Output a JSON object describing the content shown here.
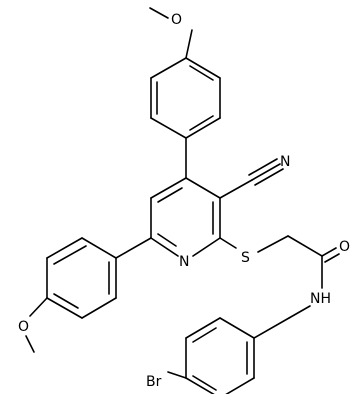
{
  "molecule": {
    "atoms": {
      "o_top": "O",
      "n_nitrile": "N",
      "s": "S",
      "o_carbonyl": "O",
      "n_pyridine": "N",
      "nh": "NH",
      "o_left": "O",
      "br": "Br"
    }
  }
}
